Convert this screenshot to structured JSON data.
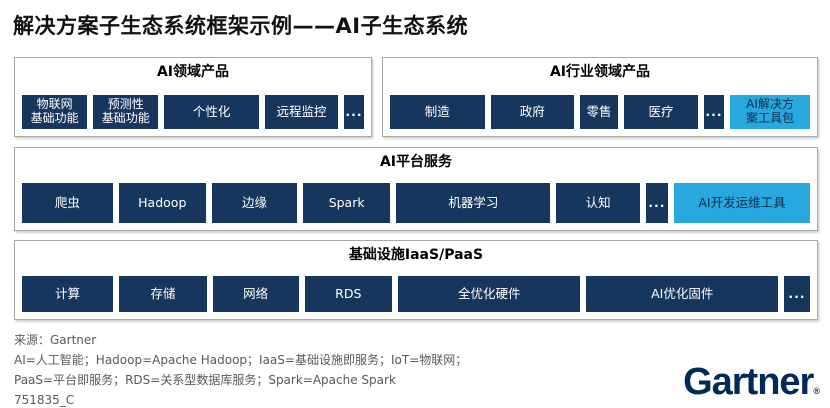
{
  "title": "解决方案子生态系统框架示例——AI子生态系统",
  "colors": {
    "item_navy": "#17365D",
    "highlight_blue": "#29A8E0",
    "panel_border": "#A8A8A8",
    "footer_gray": "#595959",
    "logo_navy": "#03295A"
  },
  "panels": {
    "domain": {
      "header": "AI领域产品",
      "items": [
        {
          "line1": "物联网",
          "line2": "基础功能"
        },
        {
          "line1": "预测性",
          "line2": "基础功能"
        },
        {
          "label": "个性化"
        },
        {
          "label": "远程监控"
        },
        {
          "label": "..."
        }
      ]
    },
    "industry": {
      "header": "AI行业领域产品",
      "items": [
        {
          "label": "制造"
        },
        {
          "label": "政府"
        },
        {
          "label": "零售"
        },
        {
          "label": "医疗"
        },
        {
          "label": "..."
        },
        {
          "line1": "AI解决方",
          "line2": "案工具包"
        }
      ]
    },
    "platform": {
      "header": "AI平台服务",
      "items": [
        {
          "label": "爬虫"
        },
        {
          "label": "Hadoop"
        },
        {
          "label": "边缘"
        },
        {
          "label": "Spark"
        },
        {
          "label": "机器学习"
        },
        {
          "label": "认知"
        },
        {
          "label": "..."
        },
        {
          "label": "AI开发运维工具"
        }
      ]
    },
    "infrastructure": {
      "header": "基础设施IaaS/PaaS",
      "items": [
        {
          "label": "计算"
        },
        {
          "label": "存储"
        },
        {
          "label": "网络"
        },
        {
          "label": "RDS"
        },
        {
          "label": "全优化硬件"
        },
        {
          "label": "AI优化固件"
        },
        {
          "label": "..."
        }
      ]
    }
  },
  "footer": {
    "source": "来源：Gartner",
    "legend_line1": "AI=人工智能；Hadoop=Apache Hadoop；IaaS=基础设施即服务；IoT=物联网；",
    "legend_line2": "PaaS=平台即服务；RDS=关系型数据库服务；Spark=Apache Spark",
    "doc_id": "751835_C"
  },
  "logo": {
    "text": "Gartner",
    "registered": "®"
  }
}
